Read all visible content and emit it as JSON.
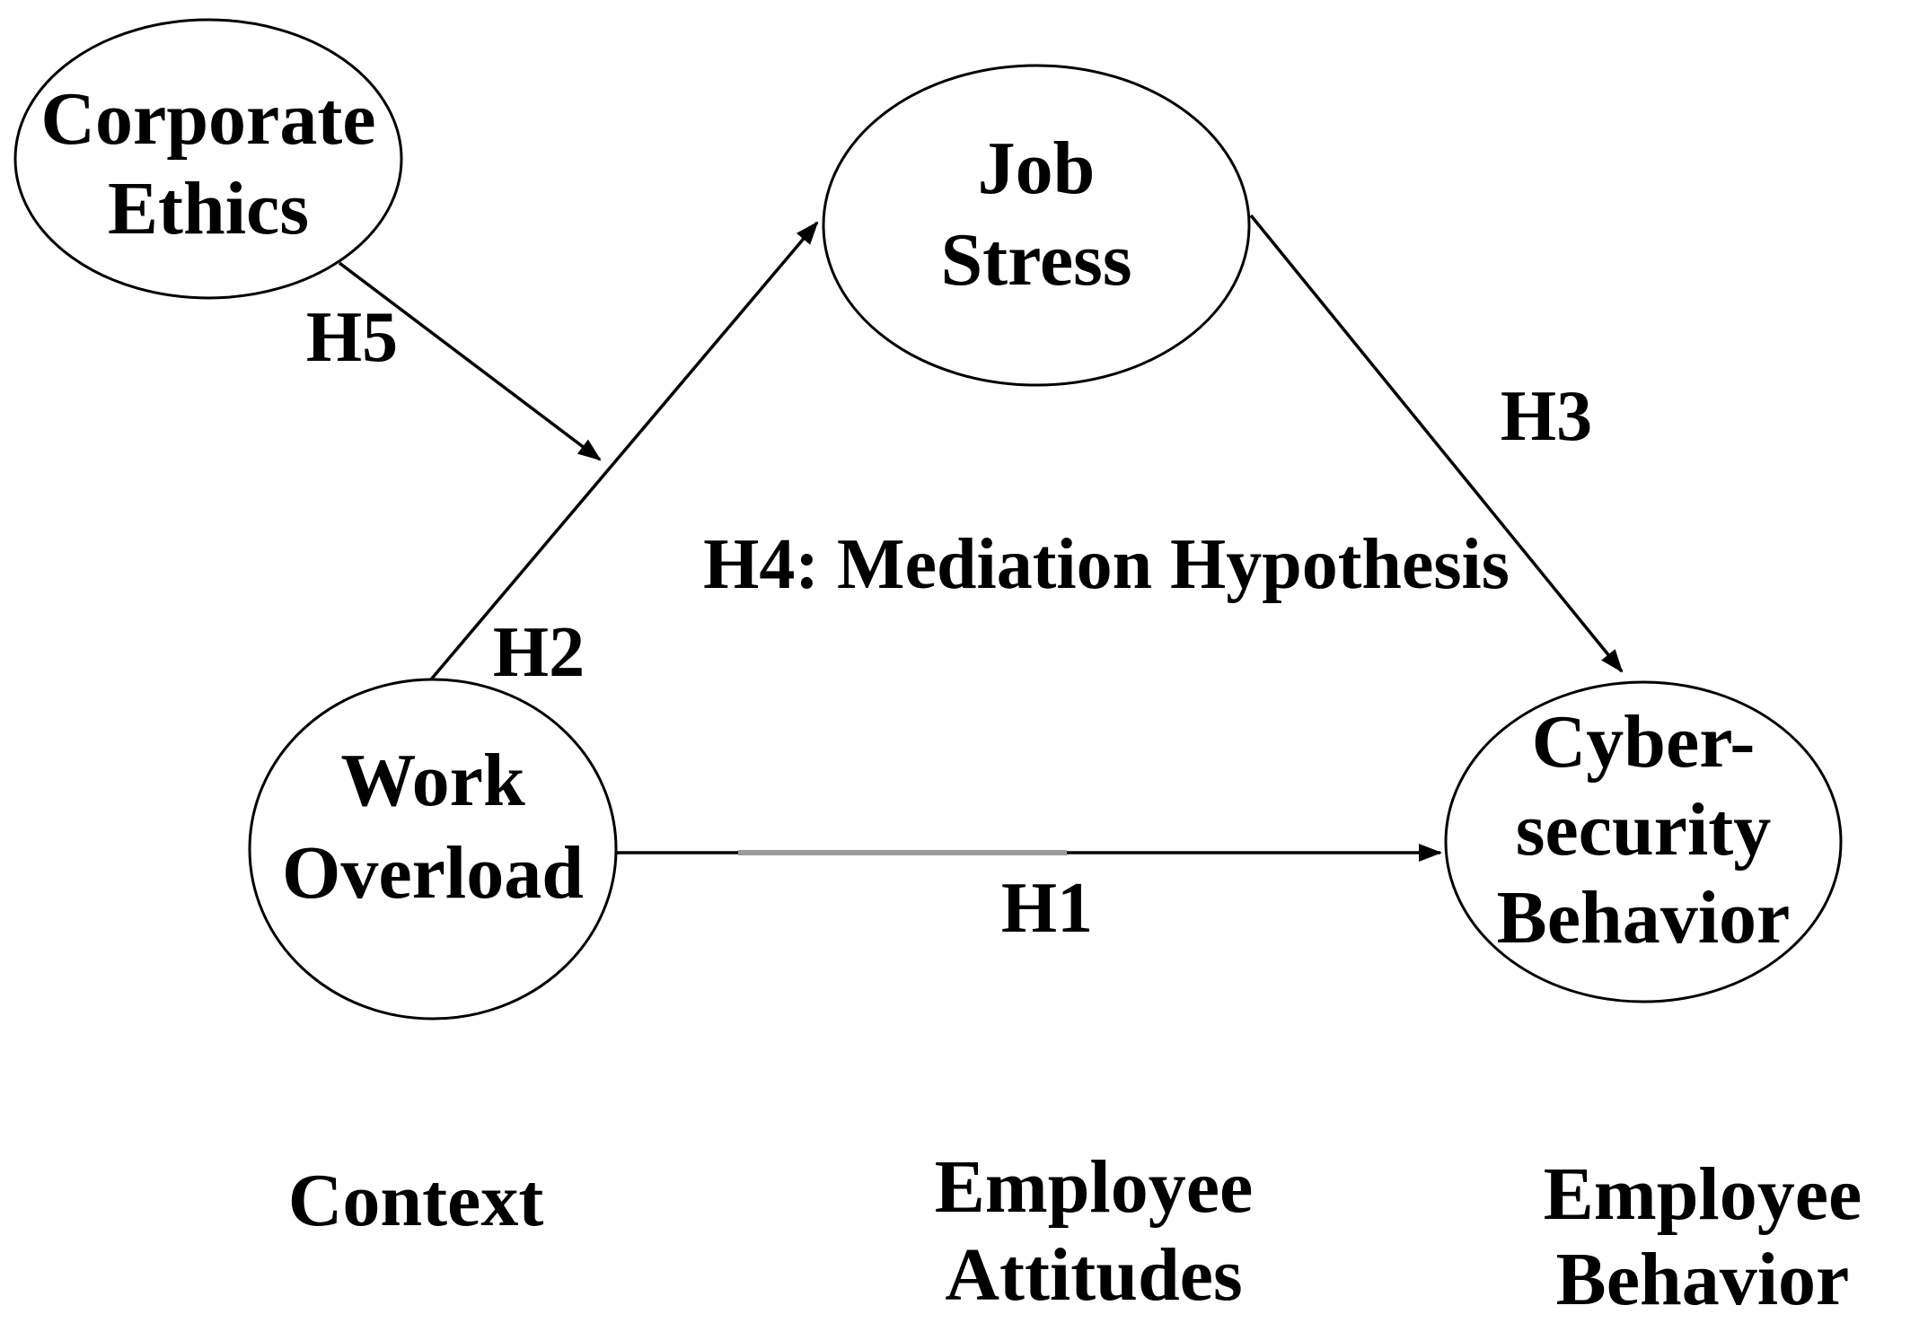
{
  "figure": {
    "background": "#ffffff",
    "stroke_color": "#000000",
    "text_color": "#000000"
  },
  "nodes": {
    "corporate_ethics": {
      "line1": "Corporate",
      "line2": "Ethics"
    },
    "job_stress": {
      "line1": "Job",
      "line2": "Stress"
    },
    "work_overload": {
      "line1": "Work",
      "line2": "Overload"
    },
    "cybersecurity_behavior": {
      "line1": "Cyber-",
      "line2": "security",
      "line3": "Behavior"
    }
  },
  "hypotheses": {
    "h1": {
      "label": "H1"
    },
    "h2": {
      "label": "H2"
    },
    "h3": {
      "label": "H3"
    },
    "h4": {
      "label": "H4: Mediation Hypothesis"
    },
    "h5": {
      "label": "H5"
    }
  },
  "categories": {
    "context": {
      "line1": "Context"
    },
    "employee_attitudes": {
      "line1": "Employee",
      "line2": "Attitudes"
    },
    "employee_behavior": {
      "line1": "Employee",
      "line2": "Behavior"
    }
  }
}
